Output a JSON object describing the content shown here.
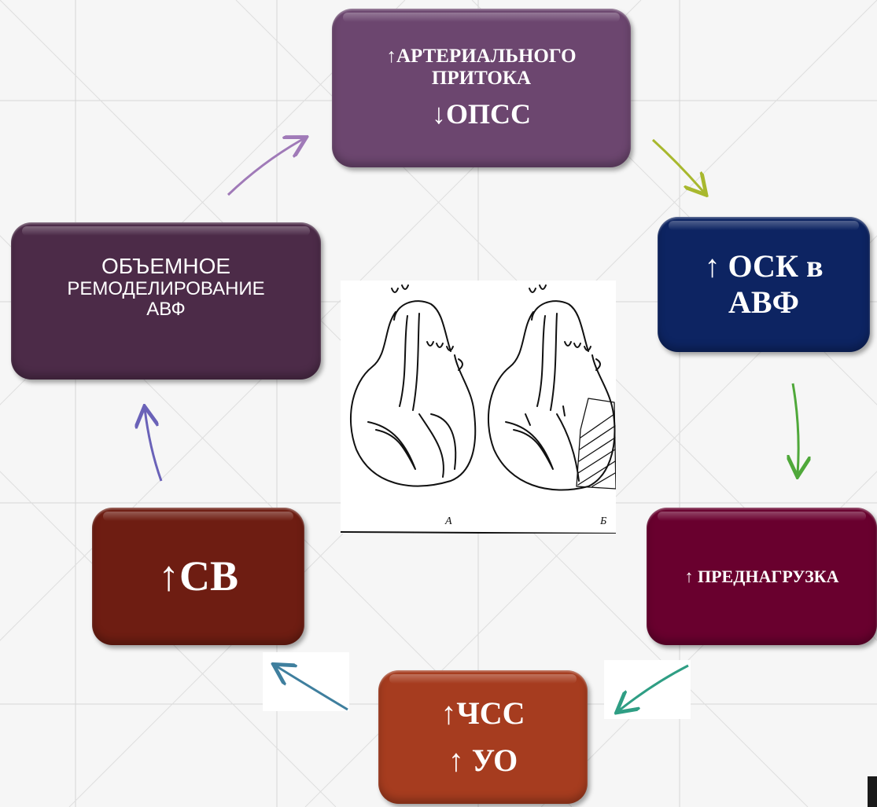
{
  "diagram": {
    "box_top": {
      "line1": "↑АРТЕРИАЛЬНОГО",
      "line2": "ПРИТОКА",
      "line3": "↓ОПСС"
    },
    "box_osk": {
      "line1": "↑ ОСК в",
      "line2": "АВФ"
    },
    "box_preload": {
      "text": "↑ ПРЕДНАГРУЗКА"
    },
    "box_hr_sv": {
      "line1": "↑ЧСС",
      "line2": "↑ УО"
    },
    "box_co": {
      "text": "↑СВ"
    },
    "box_remodeling": {
      "line1": "ОБЪЕМНОЕ",
      "line2": "РЕМОДЕЛИРОВАНИЕ",
      "line3": "АВФ"
    },
    "heart_figure": {
      "label_a": "А",
      "label_b": "Б"
    }
  },
  "colors": {
    "box_top": "#6c466f",
    "box_osk": "#0d2462",
    "box_preload": "#69002e",
    "box_hr_sv": "#a63c1f",
    "box_co": "#6e1d12",
    "box_remodeling": "#4c2b48",
    "arrow_top_to_osk": "#a8b82e",
    "arrow_osk_to_preload": "#4fa83a",
    "arrow_preload_to_hr": "#2f9e84",
    "arrow_hr_to_co": "#3f7f9e",
    "arrow_co_to_remod": "#6a62b8",
    "arrow_remod_to_top": "#a07ab8"
  }
}
